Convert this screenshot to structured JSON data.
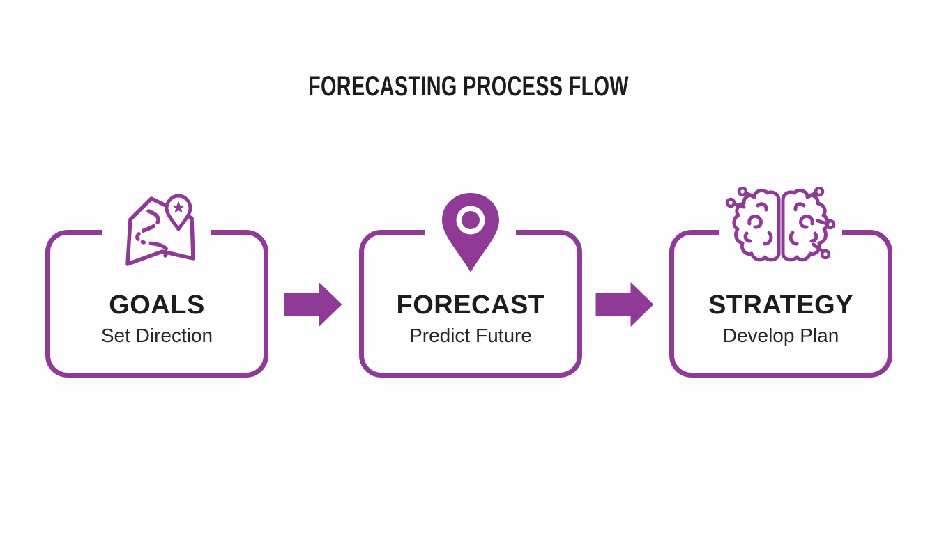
{
  "title": "FORECASTING PROCESS FLOW",
  "colors": {
    "accent": "#8f3a97",
    "heading_text": "#1d1d1d",
    "subtitle_text": "#262626",
    "background": "#fdfdfe"
  },
  "steps": [
    {
      "label": "GOALS",
      "sublabel": "Set Direction",
      "icon": "map-route-star-pin-icon"
    },
    {
      "label": "FORECAST",
      "sublabel": "Predict Future",
      "icon": "location-pin-icon"
    },
    {
      "label": "STRATEGY",
      "sublabel": "Develop Plan",
      "icon": "brain-circuit-icon"
    }
  ],
  "connectors": [
    {
      "type": "arrow-right",
      "from": "GOALS",
      "to": "FORECAST"
    },
    {
      "type": "arrow-right",
      "from": "FORECAST",
      "to": "STRATEGY"
    }
  ]
}
